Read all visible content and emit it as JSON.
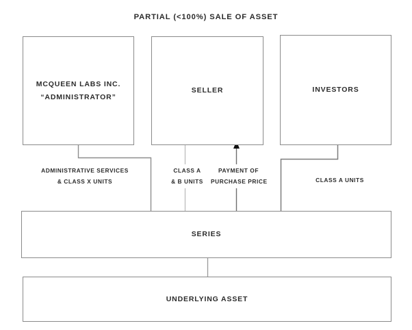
{
  "diagram": {
    "title": "PARTIAL (<100%) SALE OF ASSET",
    "type": "flowchart",
    "colors": {
      "box_border": "#8a8a8a",
      "connector_dark": "#6f6f6f",
      "connector_light": "#b9b9b9",
      "arrow_fill": "#111111",
      "text": "#2b2b2b",
      "background": "#ffffff"
    },
    "nodes": [
      {
        "id": "administrator",
        "lines": [
          "MCQUEEN LABS INC.",
          "“ADMINISTRATOR”"
        ],
        "line1": "MCQUEEN LABS INC.",
        "line2": "“ADMINISTRATOR”"
      },
      {
        "id": "seller",
        "lines": [
          "SELLER"
        ],
        "line1": "SELLER"
      },
      {
        "id": "investors",
        "lines": [
          "INVESTORS"
        ],
        "line1": "INVESTORS"
      },
      {
        "id": "series",
        "lines": [
          "SERIES"
        ],
        "line1": "SERIES"
      },
      {
        "id": "underlying_asset",
        "lines": [
          "UNDERLYING ASSET"
        ],
        "line1": "UNDERLYING ASSET"
      }
    ],
    "edges": [
      {
        "id": "admin_to_series",
        "from": "administrator",
        "to": "series",
        "line1": "ADMINISTRATIVE SERVICES",
        "line2": "& CLASS X UNITS",
        "arrow": false
      },
      {
        "id": "seller_to_series",
        "from": "seller",
        "to": "series",
        "line1": "CLASS A",
        "line2": "& B UNITS",
        "arrow": false
      },
      {
        "id": "series_to_seller",
        "from": "series",
        "to": "seller",
        "line1": "PAYMENT OF",
        "line2": "PURCHASE PRICE",
        "arrow": true
      },
      {
        "id": "investors_to_series",
        "from": "investors",
        "to": "series",
        "line1": "CLASS A UNITS",
        "line2": "",
        "arrow": false
      },
      {
        "id": "series_to_asset",
        "from": "series",
        "to": "underlying_asset",
        "line1": "",
        "line2": "",
        "arrow": false
      }
    ]
  }
}
